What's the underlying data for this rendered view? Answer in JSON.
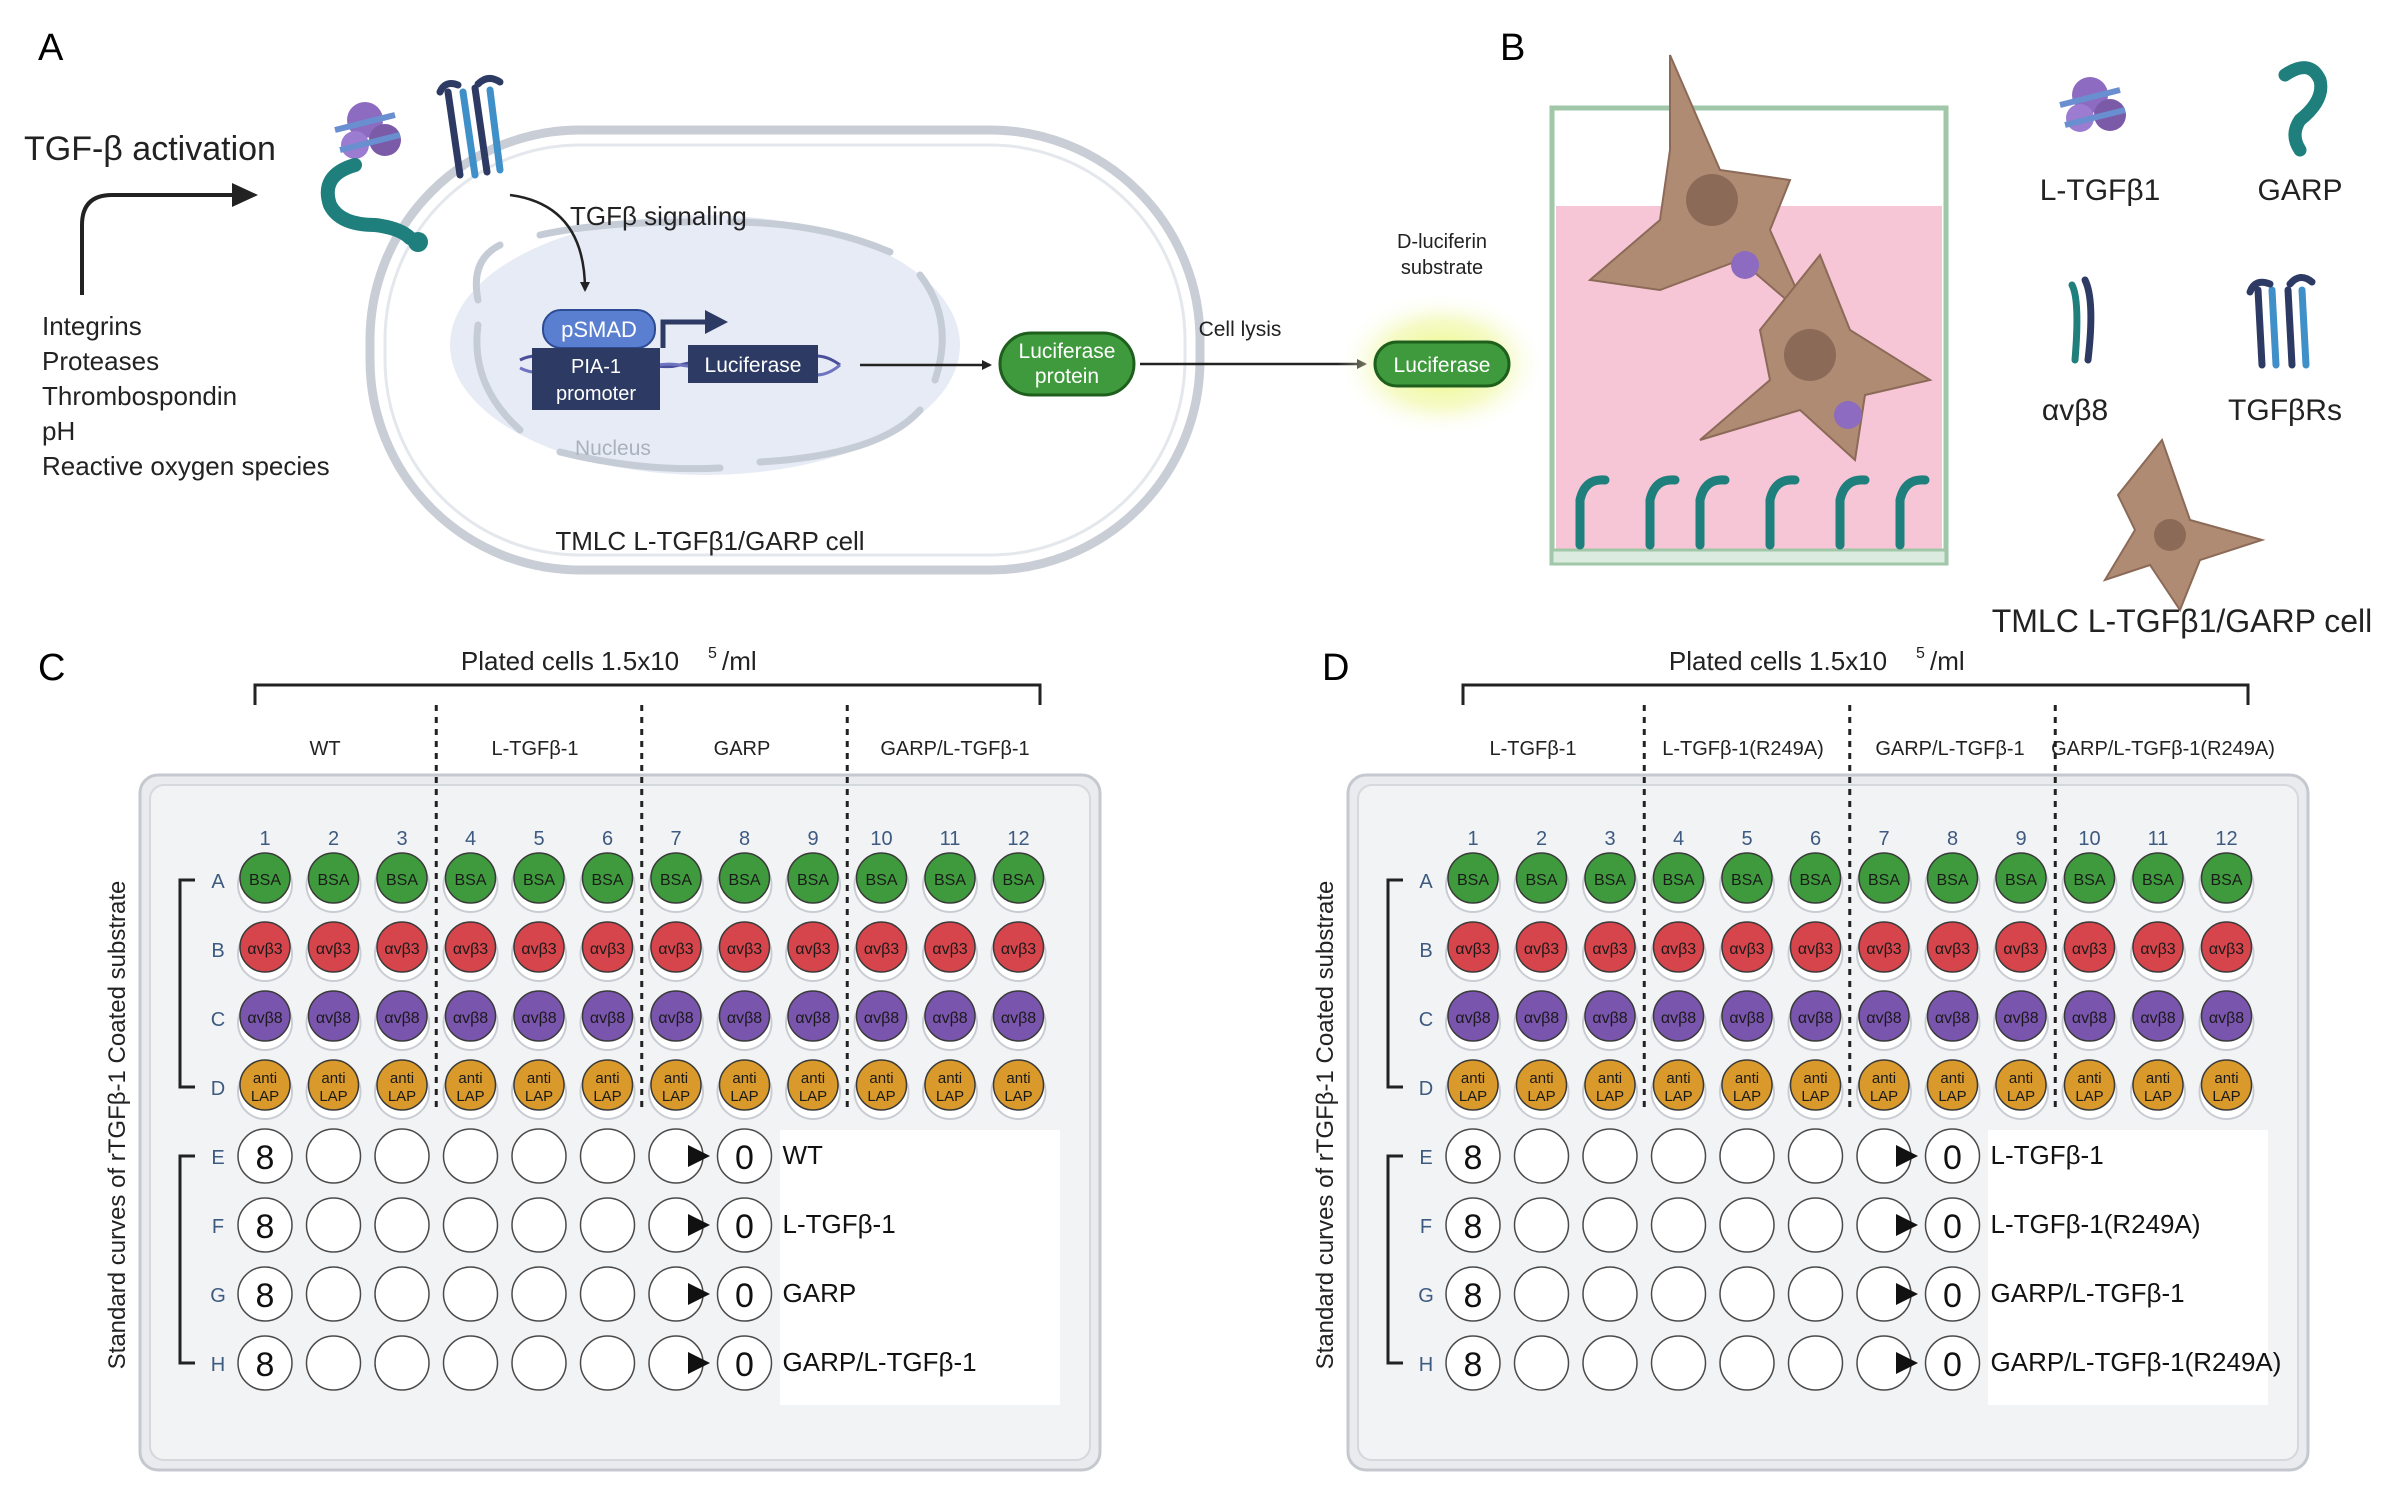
{
  "panels": {
    "a": "A",
    "b": "B",
    "c": "C",
    "d": "D"
  },
  "panel_a": {
    "activation_title": "TGF-β activation",
    "activators": [
      "Integrins",
      "Proteases",
      "Thrombospondin",
      "pH",
      "Reactive oxygen species"
    ],
    "signaling": "TGFβ signaling",
    "psmad": "pSMAD",
    "promoter_l1": "PIA-1",
    "promoter_l2": "promoter",
    "luciferase_gene": "Luciferase",
    "nucleus": "Nucleus",
    "protein_l1": "Luciferase",
    "protein_l2": "protein",
    "cell_lysis": "Cell lysis",
    "substrate_l1": "D-luciferin",
    "substrate_l2": "substrate",
    "luciferase_lit": "Luciferase",
    "cell_label": "TMLC L-TGFβ1/GARP cell"
  },
  "panel_b": {
    "legend": [
      "L-TGFβ1",
      "GARP",
      "αvβ8",
      "TGFβRs"
    ],
    "cell_label": "TMLC L-TGFβ1/GARP cell"
  },
  "plate_c": {
    "header": "Plated cells 1.5x10",
    "header_sup": "5",
    "header_unit": "/ml",
    "groups": [
      "WT",
      "L-TGFβ-1",
      "GARP",
      "GARP/L-TGFβ-1"
    ],
    "side_label": "Standard curves of rTGFβ-1 Coated substrate",
    "columns": [
      "1",
      "2",
      "3",
      "4",
      "5",
      "6",
      "7",
      "8",
      "9",
      "10",
      "11",
      "12"
    ],
    "rows": [
      "A",
      "B",
      "C",
      "D",
      "E",
      "F",
      "G",
      "H"
    ],
    "coating_rows": [
      {
        "label": "BSA",
        "color": "#3e9a3c"
      },
      {
        "label": "αvβ3",
        "color": "#d6454b"
      },
      {
        "label": "αvβ8",
        "color": "#7a55ad"
      },
      {
        "label": "anti LAP",
        "color": "#d99a2b"
      }
    ],
    "curve_start": "8",
    "curve_end": "0",
    "curve_labels": [
      "WT",
      "L-TGFβ-1",
      "GARP",
      "GARP/L-TGFβ-1"
    ]
  },
  "plate_d": {
    "header": "Plated cells 1.5x10",
    "header_sup": "5",
    "header_unit": "/ml",
    "groups": [
      "L-TGFβ-1",
      "L-TGFβ-1(R249A)",
      "GARP/L-TGFβ-1",
      "GARP/L-TGFβ-1(R249A)"
    ],
    "side_label": "Standard curves of rTGFβ-1 Coated substrate",
    "columns": [
      "1",
      "2",
      "3",
      "4",
      "5",
      "6",
      "7",
      "8",
      "9",
      "10",
      "11",
      "12"
    ],
    "rows": [
      "A",
      "B",
      "C",
      "D",
      "E",
      "F",
      "G",
      "H"
    ],
    "coating_rows": [
      {
        "label": "BSA",
        "color": "#3e9a3c"
      },
      {
        "label": "αvβ3",
        "color": "#d6454b"
      },
      {
        "label": "αvβ8",
        "color": "#7a55ad"
      },
      {
        "label": "anti LAP",
        "color": "#d99a2b"
      }
    ],
    "curve_start": "8",
    "curve_end": "0",
    "curve_labels": [
      "L-TGFβ-1",
      "L-TGFβ-1(R249A)",
      "GARP/L-TGFβ-1",
      "GARP/L-TGFβ-1(R249A)"
    ]
  },
  "colors": {
    "green": "#3e9a3c",
    "red": "#d6454b",
    "purple": "#7a55ad",
    "orange": "#d99a2b",
    "navy": "#2d3a63",
    "teal": "#1f7f7c",
    "cell_brown": "#b08b74",
    "medium_pink": "#f7c6d6"
  }
}
